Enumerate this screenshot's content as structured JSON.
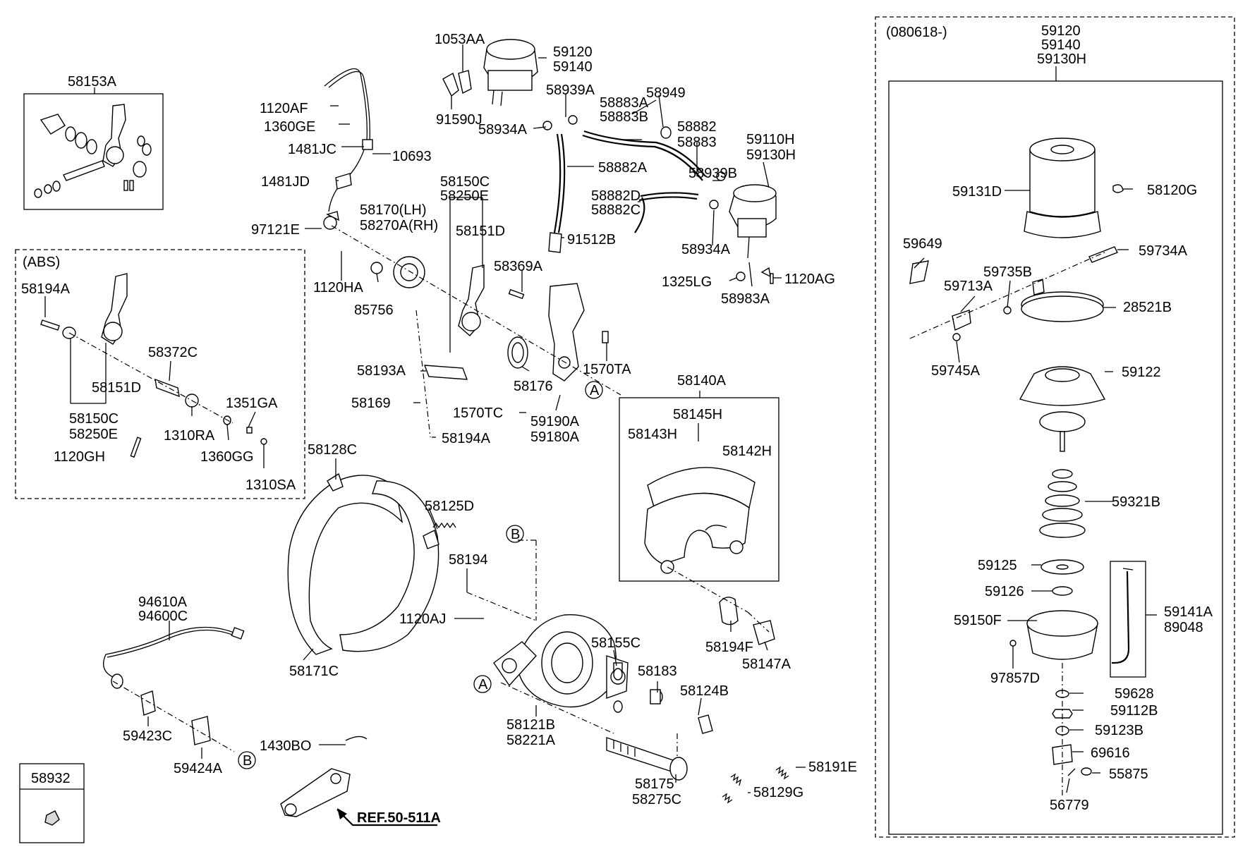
{
  "labels": {
    "l58153A": "58153A",
    "l1053AA": "1053AA",
    "l59120a": "59120",
    "l59140a": "59140",
    "l1120AF": "1120AF",
    "l1360GE": "1360GE",
    "l1481JC": "1481JC",
    "l10693": "10693",
    "l1481JD": "1481JD",
    "l91590J": "91590J",
    "l58939A": "58939A",
    "l58934Aa": "58934A",
    "l58883A": "58883A",
    "l58883B": "58883B",
    "l58949": "58949",
    "l58882": "58882",
    "l58883": "58883",
    "l59110H": "59110H",
    "l59130Ha": "59130H",
    "l58882A": "58882A",
    "l58939B": "58939B",
    "l58882D": "58882D",
    "l58882C": "58882C",
    "l58150Ca": "58150C",
    "l58250Ea": "58250E",
    "l58170": "58170(LH)",
    "l58270A": "58270A(RH)",
    "l58151Da": "58151D",
    "l97121E": "97121E",
    "l91512B": "91512B",
    "l58934Ab": "58934A",
    "l1120AG": "1120AG",
    "l1325LG": "1325LG",
    "l58983A": "58983A",
    "l1120HA": "1120HA",
    "l85756": "85756",
    "l58369A": "58369A",
    "lABS": "(ABS)",
    "l58194Aa": "58194A",
    "l58372C": "58372C",
    "l58151Db": "58151D",
    "l58150Cb": "58150C",
    "l58250Eb": "58250E",
    "l1351GA": "1351GA",
    "l1310RA": "1310RA",
    "l1120GH": "1120GH",
    "l1360GG": "1360GG",
    "l1310SA": "1310SA",
    "l58193A": "58193A",
    "l58176": "58176",
    "l1570TA": "1570TA",
    "lA1": "A",
    "l58169": "58169",
    "l1570TC": "1570TC",
    "l59190A": "59190A",
    "l59180A": "59180A",
    "l58194Ab": "58194A",
    "l58140A": "58140A",
    "l58145H": "58145H",
    "l58143H": "58143H",
    "l58142H": "58142H",
    "l58128C": "58128C",
    "l58125D": "58125D",
    "lB1": "B",
    "l58194": "58194",
    "l1120AJ": "1120AJ",
    "l58194F": "58194F",
    "l58147A": "58147A",
    "l94610A": "94610A",
    "l94600C": "94600C",
    "l58171C": "58171C",
    "l58155C": "58155C",
    "l58183": "58183",
    "l58124B": "58124B",
    "lA2": "A",
    "l58121B": "58121B",
    "l58221A": "58221A",
    "l59423C": "59423C",
    "l59424A": "59424A",
    "lB2": "B",
    "l1430BO": "1430BO",
    "l58175": "58175",
    "l58275C": "58275C",
    "l58191E": "58191E",
    "l58129G": "58129G",
    "l58932": "58932",
    "lREF": "REF.50-511A",
    "l080618": "(080618-)",
    "l59120b": "59120",
    "l59140b": "59140",
    "l59130Hb": "59130H",
    "l59131D": "59131D",
    "l58120G": "58120G",
    "l59649": "59649",
    "l59734A": "59734A",
    "l59735B": "59735B",
    "l59713A": "59713A",
    "l28521B": "28521B",
    "l59745A": "59745A",
    "l59122": "59122",
    "l59321B": "59321B",
    "l59125": "59125",
    "l59126": "59126",
    "l59141A": "59141A",
    "l89048": "89048",
    "l59150F": "59150F",
    "l97857D": "97857D",
    "l59628": "59628",
    "l59112B": "59112B",
    "l59123B": "59123B",
    "l69616": "69616",
    "l55875": "55875",
    "l56779": "56779"
  }
}
